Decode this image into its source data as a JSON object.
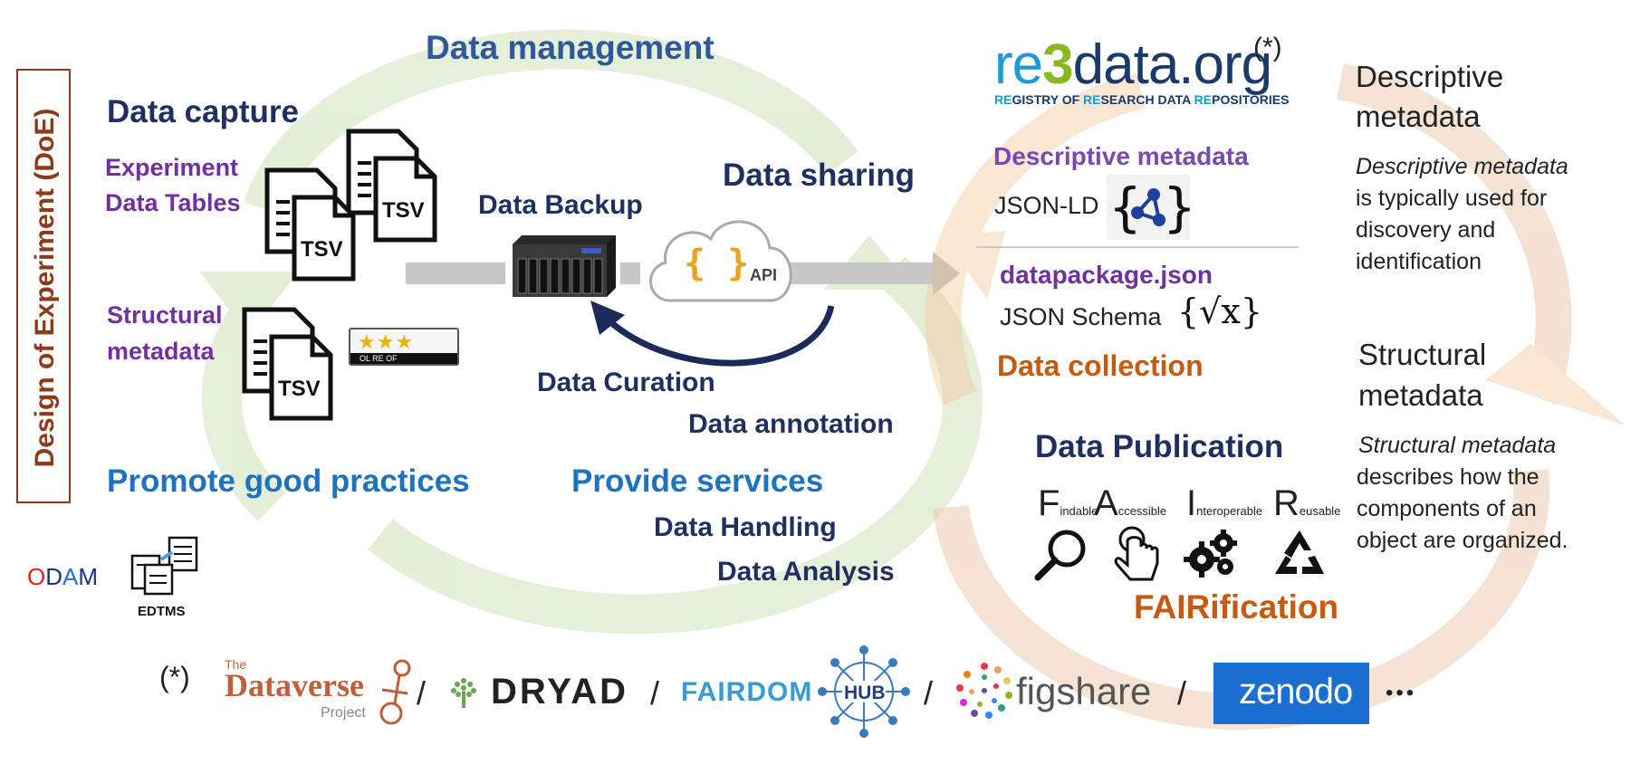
{
  "design_of_experiment": "Design  of Experiment (DoE)",
  "data_management": "Data management",
  "data_capture": "Data capture",
  "experiment_data_tables_1": "Experiment",
  "experiment_data_tables_2": "Data Tables",
  "structural_metadata_left_1": "Structural",
  "structural_metadata_left_2": "metadata",
  "tsv": "TSV",
  "stars_bar": "OL    RE    OF",
  "data_backup": "Data Backup",
  "data_sharing": "Data sharing",
  "api": "API",
  "api_braces": "{ }",
  "data_curation": "Data Curation",
  "data_annotation": "Data annotation",
  "promote_good_practices": "Promote good practices",
  "provide_services": "Provide services",
  "data_handling": "Data Handling",
  "data_analysis": "Data Analysis",
  "odam": {
    "o": "O",
    "d": "D",
    "a": "A",
    "m": "M"
  },
  "edtms": "EDTMS",
  "re3data": {
    "re": "re",
    "three": "3",
    "data": "data.org",
    "sub_re1": "RE",
    "sub_gistry": "GISTRY OF ",
    "sub_re2": "RE",
    "sub_search": "SEARCH DATA ",
    "sub_re3": "RE",
    "sub_positories": "POSITORIES",
    "asterisk": "(*)"
  },
  "descriptive_metadata_purple": "Descriptive metadata",
  "json_ld": "JSON-LD",
  "datapackage_json": "datapackage.json",
  "json_schema": "JSON Schema",
  "json_schema_icon": "{√x}",
  "data_collection": "Data collection",
  "data_publication": "Data Publication",
  "fair": [
    {
      "letter": "F",
      "rest": "indable"
    },
    {
      "letter": "A",
      "rest": "ccessible"
    },
    {
      "letter": "I",
      "rest": "nteroperable"
    },
    {
      "letter": "R",
      "rest": "eusable"
    }
  ],
  "fairification": "FAIRification",
  "right_panel": {
    "descriptive_title_1": "Descriptive",
    "descriptive_title_2": "metadata",
    "descriptive_italic": "Descriptive metadata",
    "descriptive_body_1": "is typically used for",
    "descriptive_body_2": "discovery and",
    "descriptive_body_3": "identification",
    "structural_title_1": "Structural",
    "structural_title_2": "metadata",
    "structural_italic": "Structural metadata",
    "structural_body_1": "describes how the",
    "structural_body_2": "components of an",
    "structural_body_3": "object are organized."
  },
  "repositories": {
    "asterisk": "(*)",
    "dataverse_the": "The",
    "dataverse_name": "Dataverse",
    "dataverse_project": "Project",
    "sep": "/",
    "dryad": "DRYAD",
    "fairdom": "FAIRDOM",
    "hub": "HUB",
    "figshare": "figshare",
    "zenodo": "zenodo",
    "ellipsis": "•••"
  }
}
